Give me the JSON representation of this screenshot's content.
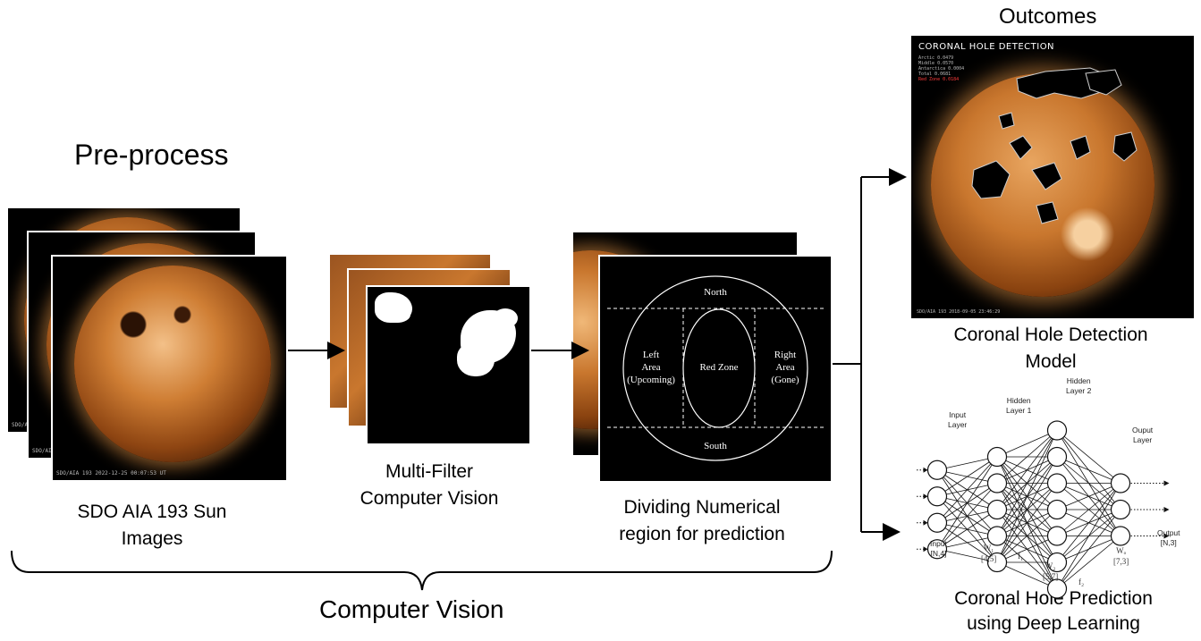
{
  "headings": {
    "preprocess": "Pre-process",
    "outcomes": "Outcomes",
    "computer_vision": "Computer Vision"
  },
  "captions": {
    "sun_images": "SDO AIA 193 Sun\nImages",
    "multi_filter": "Multi-Filter\nComputer Vision",
    "dividing": "Dividing Numerical\nregion for prediction",
    "detection_model": "Coronal Hole Detection\nModel",
    "prediction": "Coronal Hole Prediction\nusing Deep Learning"
  },
  "sun_stack": {
    "back_label_1": "SDO/AIA",
    "back_label_2": "SDO/AIA",
    "front_label": "SDO/AIA 193   2022-12-25 00:07:53 UT"
  },
  "region_diagram": {
    "north": "North",
    "south": "South",
    "left": "Left\nArea\n(Upcoming)",
    "red_zone": "Red Zone",
    "right": "Right\nArea\n(Gone)"
  },
  "detection_image": {
    "title": "CORONAL HOLE DETECTION",
    "stats": [
      "Arctic 0.0479",
      "Middle 0.0570",
      "Antarctica 0.0004",
      "Total 0.0681"
    ],
    "red_zone_stat": "Red Zone 0.0184",
    "footer": "SDO/AIA 193 2018-09-05 23:46:29"
  },
  "neural_network": {
    "input_layer": "Input\nLayer",
    "hidden_layer_1": "Hidden\nLayer 1",
    "hidden_layer_2": "Hidden\nLayer 2",
    "output_layer": "Ouput\nLayer",
    "input": "Input\n[N,4]",
    "w1": "W₁\n[4,5]",
    "f1": "f₁",
    "w2": "W₂\n[5,7]",
    "f2": "f₂",
    "wo": "Wₒ\n[7,3]",
    "output": "Output\n[N,3]",
    "layer_sizes": [
      4,
      5,
      7,
      3
    ]
  },
  "colors": {
    "sun_core": "#f0b878",
    "sun_mid": "#c9772e",
    "sun_edge": "#3e1a05",
    "hole_outline": "#cfcfcf",
    "red_stat": "#ff3b3b"
  }
}
